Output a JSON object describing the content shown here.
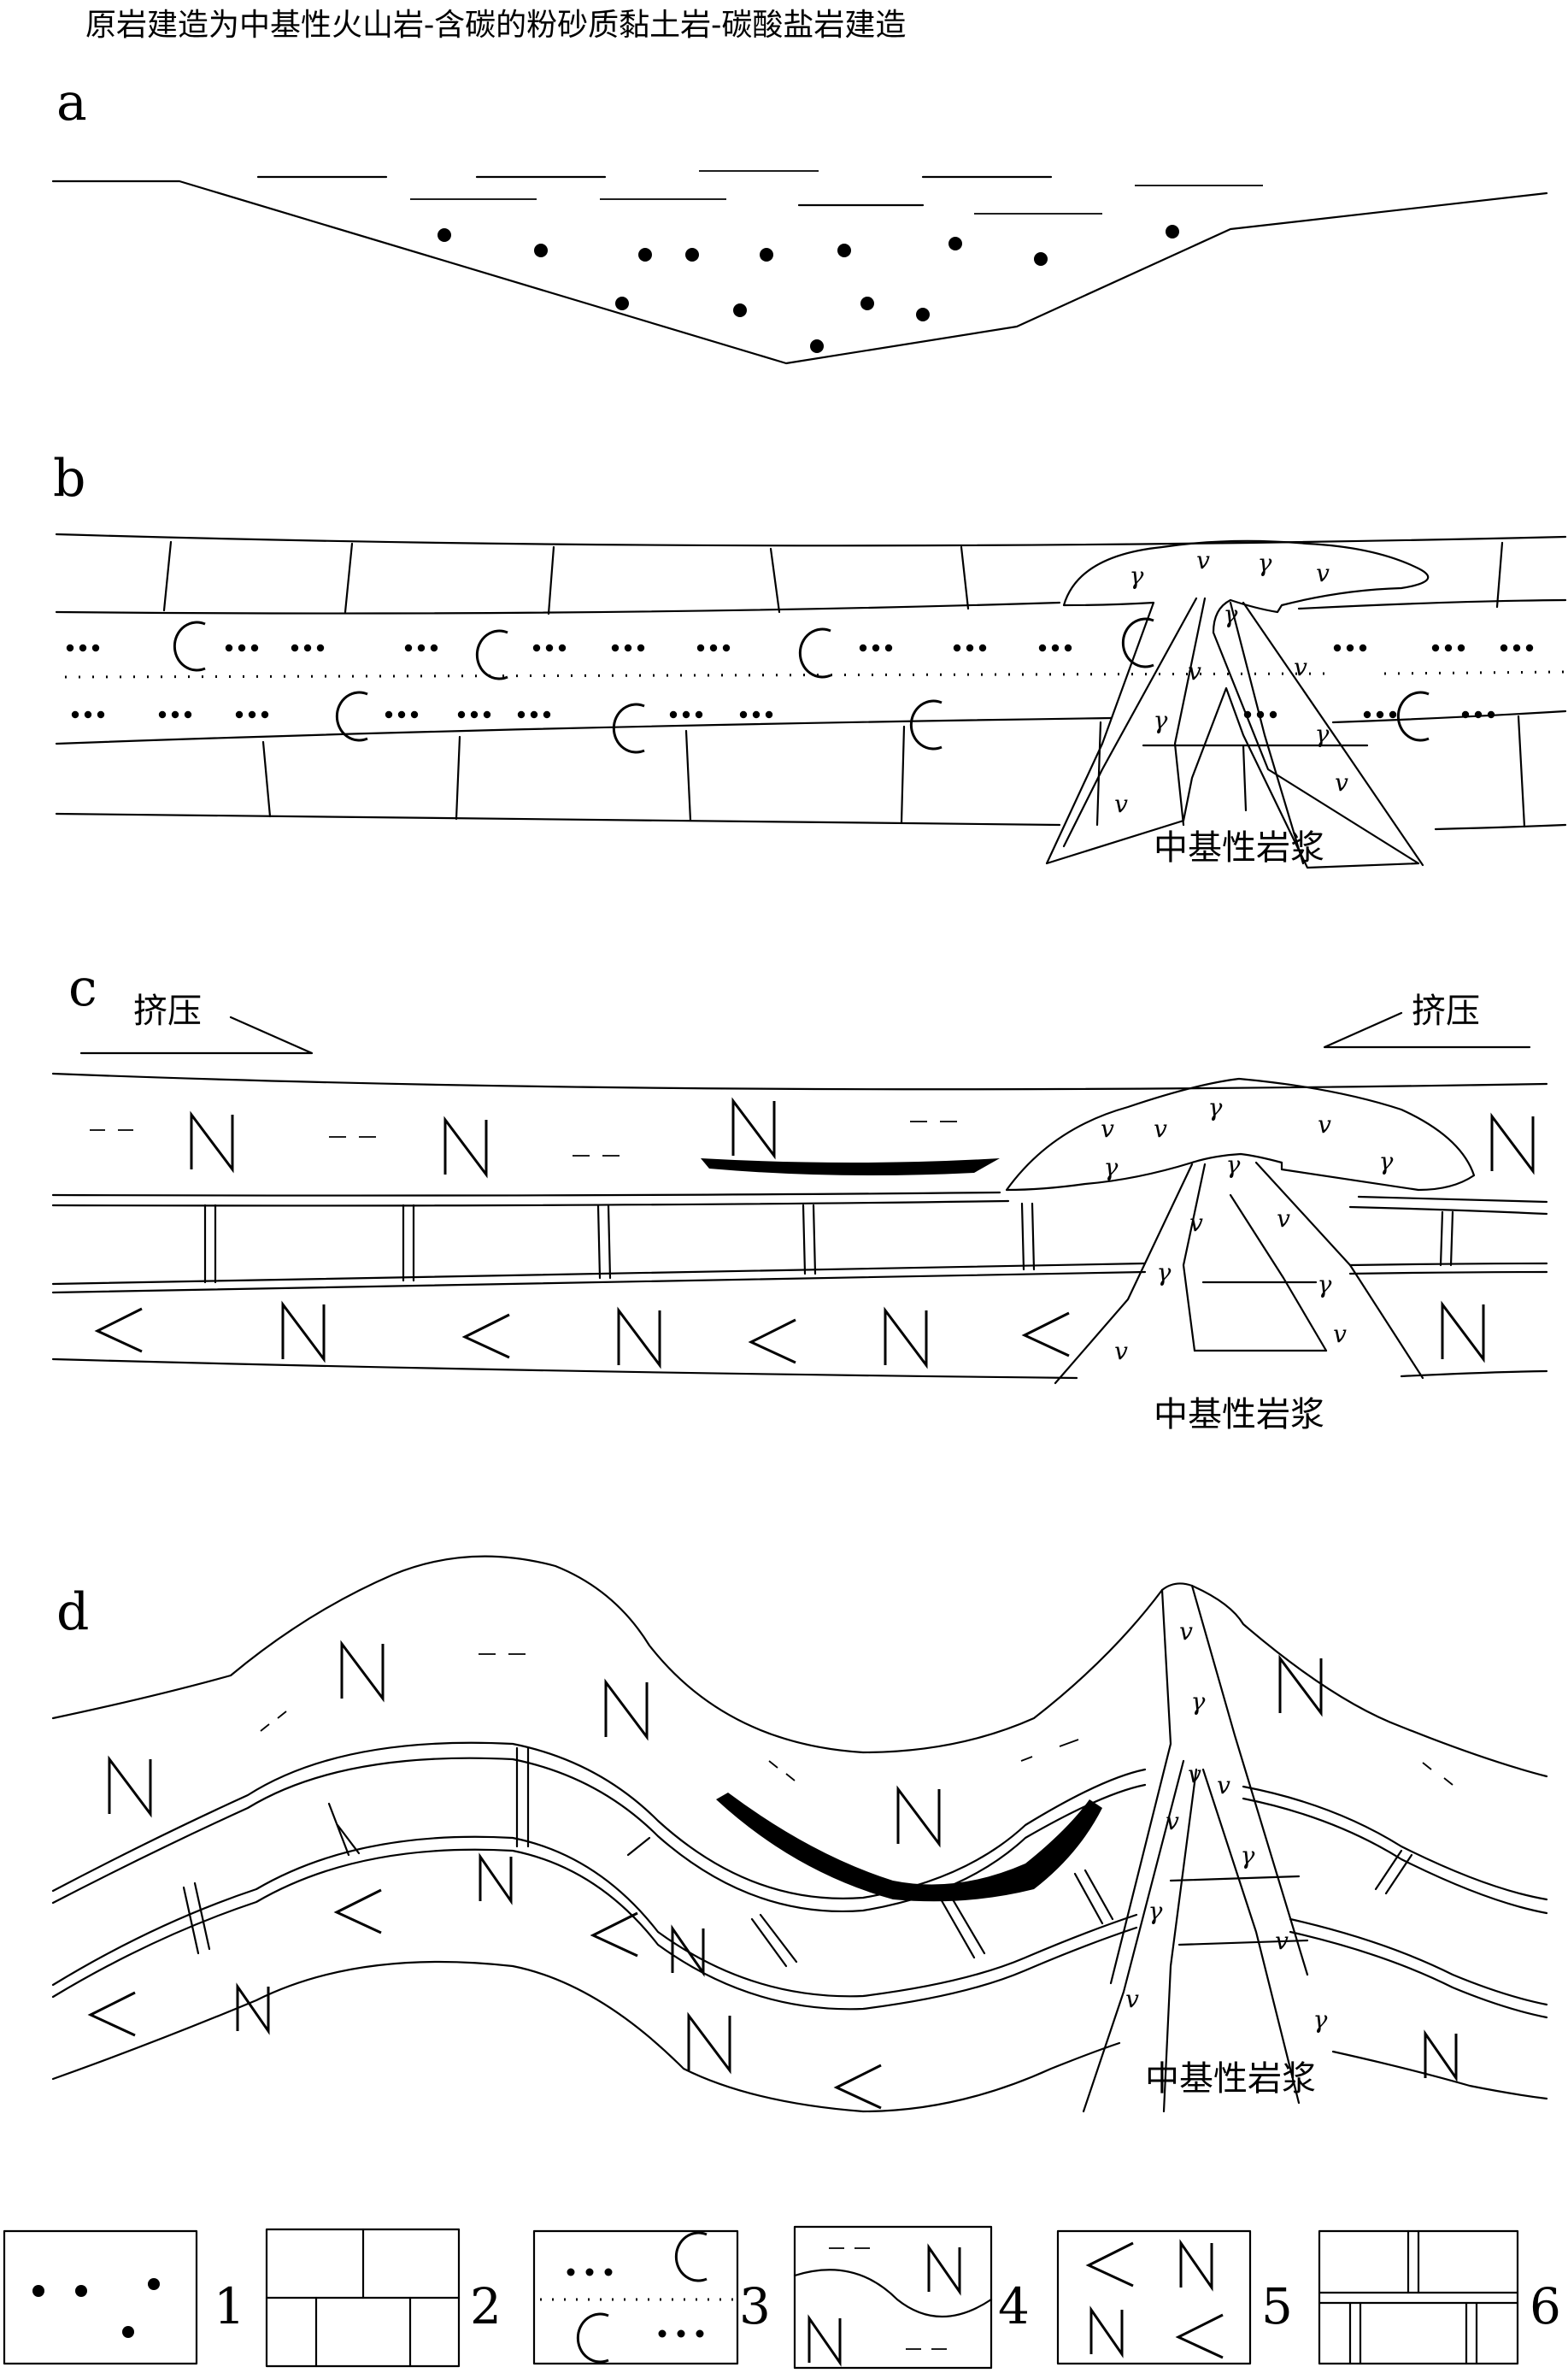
{
  "title": "原岩建造为中基性火山岩-含碳的粉砂质黏土岩-碳酸盐岩建造",
  "panels": {
    "a": {
      "label": "a"
    },
    "b": {
      "label": "b",
      "magma": "中基性岩浆"
    },
    "c": {
      "label": "c",
      "magma": "中基性岩浆",
      "compress_left": "挤压",
      "compress_right": "挤压"
    },
    "d": {
      "label": "d",
      "magma": "中基性岩浆"
    }
  },
  "legend": [
    {
      "number": "1",
      "icon": "dots-pattern"
    },
    {
      "number": "2",
      "icon": "brick-pattern"
    },
    {
      "number": "3",
      "icon": "dots-crescent-pattern"
    },
    {
      "number": "4",
      "icon": "dash-n-pattern"
    },
    {
      "number": "5",
      "icon": "angle-n-pattern"
    },
    {
      "number": "6",
      "icon": "double-line-brick-pattern"
    }
  ]
}
